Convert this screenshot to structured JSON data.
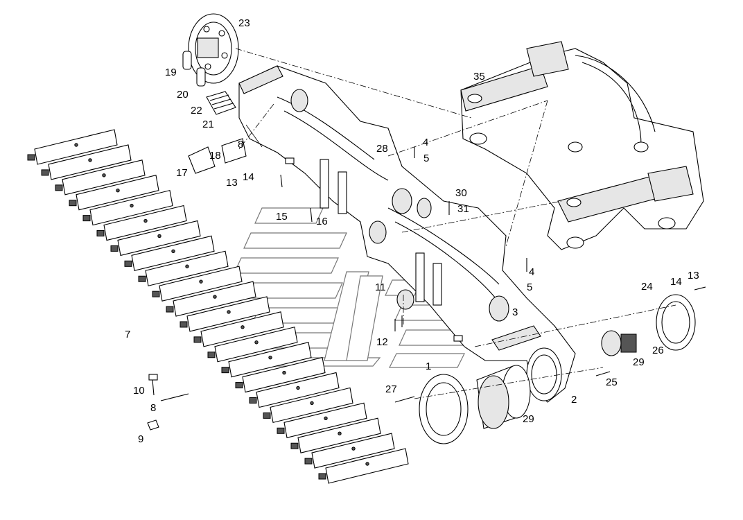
{
  "callouts": {
    "c1": "1",
    "c2": "2",
    "c3": "3",
    "c4a": "4",
    "c4b": "4",
    "c5a": "5",
    "c5b": "5",
    "c7": "7",
    "c8a": "8",
    "c8b": "8",
    "c9": "9",
    "c10": "10",
    "c11": "11",
    "c12": "12",
    "c13a": "13",
    "c13b": "13",
    "c14a": "14",
    "c14b": "14",
    "c15": "15",
    "c16": "16",
    "c17": "17",
    "c18": "18",
    "c19": "19",
    "c20": "20",
    "c21": "21",
    "c22": "22",
    "c23": "23",
    "c24": "24",
    "c25": "25",
    "c26": "26",
    "c27": "27",
    "c28": "28",
    "c29a": "29",
    "c29b": "29",
    "c30": "30",
    "c31": "31",
    "c35": "35"
  }
}
